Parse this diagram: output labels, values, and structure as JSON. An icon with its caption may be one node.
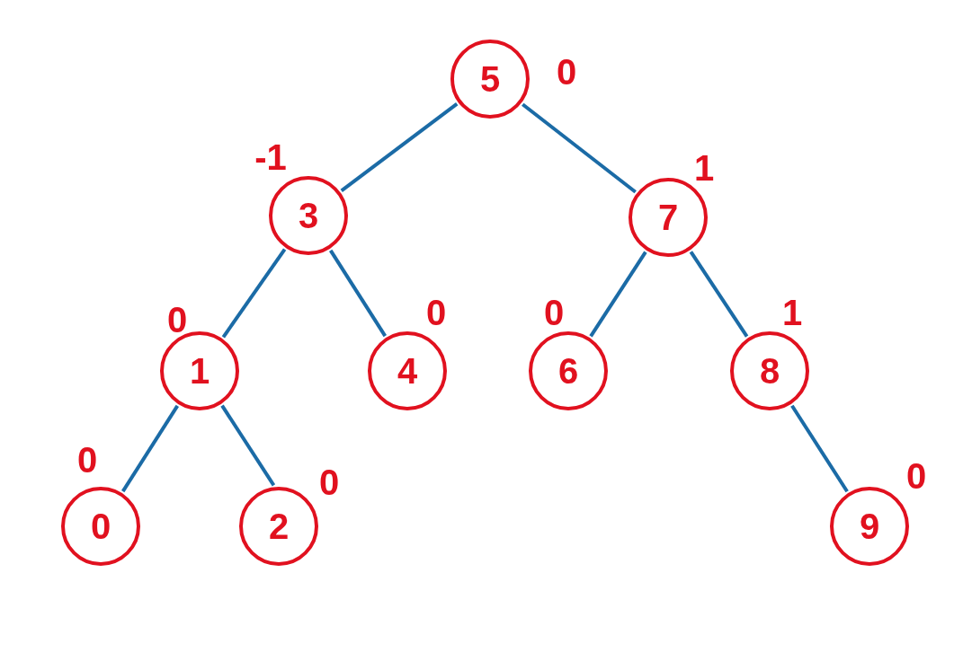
{
  "diagram": {
    "nodes": [
      {
        "text": [
          "5"
        ],
        "beside": [
          "0"
        ]
      },
      {
        "text": [
          "3"
        ],
        "beside": [
          "-1"
        ]
      },
      {
        "text": [
          "7"
        ],
        "beside": [
          "1"
        ]
      },
      {
        "text": [
          "1"
        ],
        "beside": [
          "0"
        ]
      },
      {
        "text": [
          "4"
        ],
        "beside": [
          "0"
        ]
      },
      {
        "text": [
          "6"
        ],
        "beside": [
          "0"
        ]
      },
      {
        "text": [
          "8"
        ],
        "beside": [
          "1"
        ]
      },
      {
        "text": [
          "0"
        ],
        "beside": [
          "0"
        ]
      },
      {
        "text": [
          "2"
        ],
        "beside": [
          "0"
        ]
      },
      {
        "text": [
          "9"
        ],
        "beside": [
          "0"
        ]
      }
    ],
    "edges": [
      {
        "from": 0,
        "to": 1,
        "arrow": "none"
      },
      {
        "from": 0,
        "to": 2,
        "arrow": "none"
      },
      {
        "from": 1,
        "to": 3,
        "arrow": "none"
      },
      {
        "from": 1,
        "to": 4,
        "arrow": "none"
      },
      {
        "from": 2,
        "to": 5,
        "arrow": "none"
      },
      {
        "from": 2,
        "to": 6,
        "arrow": "none"
      },
      {
        "from": 3,
        "to": 7,
        "arrow": "none"
      },
      {
        "from": 3,
        "to": 8,
        "arrow": "none"
      },
      {
        "from": 6,
        "to": 9,
        "arrow": "none"
      }
    ]
  }
}
